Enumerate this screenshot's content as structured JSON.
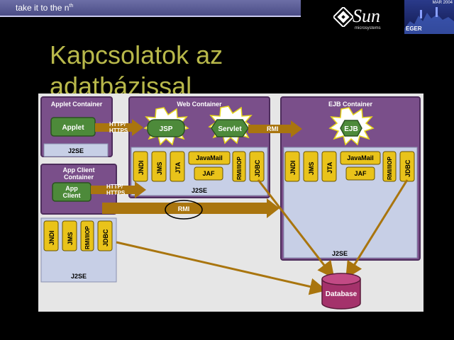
{
  "header": {
    "tagline": "take it to the n",
    "tagline_sup": "th",
    "brand": "Sun",
    "brand_sub": "microsystems",
    "event_label": "EGER",
    "event_date": "MAR 2004"
  },
  "slide": {
    "title_line1": "Kapcsolatok az",
    "title_line2": "adatbázissal"
  },
  "diagram": {
    "applet_container": {
      "title": "Applet Container",
      "component": "Applet",
      "platform": "J2SE"
    },
    "web_container": {
      "title": "Web Container",
      "components": [
        "JSP",
        "Servlet"
      ],
      "services": [
        "JNDI",
        "JMS",
        "JTA",
        "JavaMail",
        "JAF",
        "RMI/IIOP",
        "JDBC"
      ],
      "platform": "J2SE"
    },
    "ejb_container": {
      "title": "EJB Container",
      "component": "EJB",
      "services": [
        "JNDI",
        "JMS",
        "JTA",
        "JavaMail",
        "JAF",
        "RMI/IIOP",
        "JDBC"
      ],
      "platform": "J2SE"
    },
    "app_client_container": {
      "title_line1": "App Client",
      "title_line2": "Container",
      "component_line1": "App",
      "component_line2": "Client",
      "services": [
        "JNDI",
        "JMS",
        "RMI/IIOP",
        "JDBC"
      ],
      "platform": "J2SE"
    },
    "connections": {
      "http_line1": "HTTP/",
      "http_line2": "HTTPS",
      "http2_line1": "HTTP/",
      "http2_line2": "HTTPS",
      "rmi_web_ejb": "RMI",
      "rmi_client": "RMI"
    },
    "database": "Database",
    "colors": {
      "container": "#7a4f8a",
      "container_border": "#4d2d5c",
      "inner_panel": "#c7cfe6",
      "green_component": "#4d8a3a",
      "service_yellow": "#e9c31a",
      "arrow": "#a9750e",
      "database": "#a4326b",
      "background": "#e6e6e6"
    }
  }
}
